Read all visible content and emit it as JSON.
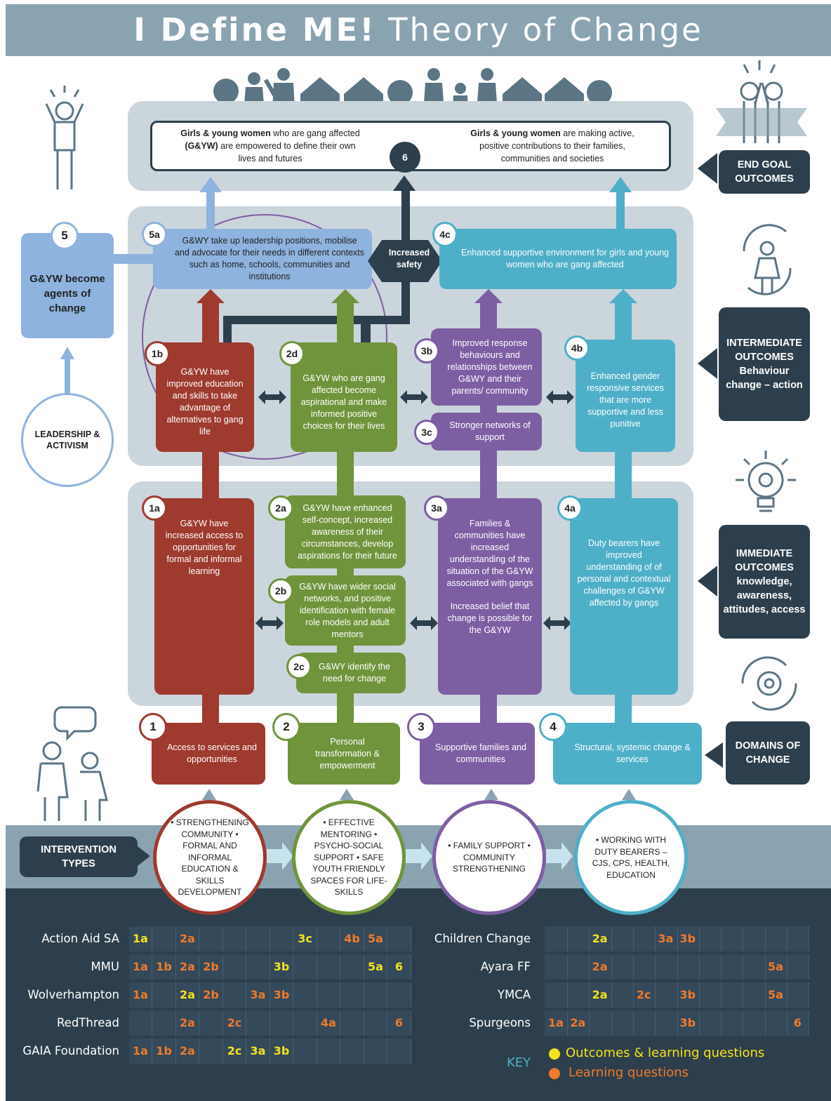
{
  "title": {
    "bold": "I Define ME!",
    "rest": "Theory of Change"
  },
  "end_goal": {
    "left_b1": "Girls & young women",
    "left_t1": " who are gang affected",
    "left_b2": "(G&YW)",
    "left_t2": " are empowered  to define their own",
    "left_t3": "lives and futures",
    "right_b1": "Girls & young  women",
    "right_t1": " are making active,",
    "right_t2": "positive contributions to their families,",
    "right_t3": "communities and societies",
    "badge": "6"
  },
  "side_labels": {
    "end_goal": "END GOAL OUTCOMES",
    "intermediate": "INTERMEDIATE OUTCOMES Behaviour change – action",
    "immediate": "IMMEDIATE OUTCOMES knowledge, awareness, attitudes, access",
    "domains": "DOMAINS OF CHANGE",
    "intervention": "INTERVENTION TYPES"
  },
  "agents": {
    "badge": "5",
    "text": "G&YW become agents of change"
  },
  "leadership": "LEADERSHIP & ACTIVISM",
  "safety": "Increased safety",
  "outcomes": {
    "5a": {
      "badge": "5a",
      "text": "G&WY take up leadership positions, mobilise and advocate for their needs in different contexts such as home, schools, communities and institutions"
    },
    "4c": {
      "badge": "4c",
      "text": "Enhanced supportive environment for girls and young women who are gang affected"
    },
    "1b": {
      "badge": "1b",
      "text": "G&YW have improved education and skills to take advantage of alternatives to gang life"
    },
    "2d": {
      "badge": "2d",
      "text": "G&YW who are gang affected become aspirational and make informed positive choices for their lives"
    },
    "3b": {
      "badge": "3b",
      "text": "Improved response behaviours and relationships between G&WY and their parents/ community"
    },
    "3c": {
      "badge": "3c",
      "text": "Stronger networks of support"
    },
    "4b": {
      "badge": "4b",
      "text": "Enhanced gender responsive services that are more supportive and less punitive"
    },
    "1a": {
      "badge": "1a",
      "text": "G&YW have increased access to opportunities for formal and informal learning"
    },
    "2a": {
      "badge": "2a",
      "text": "G&YW have enhanced self-concept, increased awareness of their circumstances, develop aspirations for their future"
    },
    "2b": {
      "badge": "2b",
      "text": "G&YW have wider social networks, and positive identification with female role models and adult mentors"
    },
    "2c": {
      "badge": "2c",
      "text": "G&WY identify the need for change"
    },
    "3a": {
      "badge": "3a",
      "text1": "Families & communities have increased understanding of the situation of the G&YW associated with gangs",
      "text2": "Increased belief that change is possible for the G&YW"
    },
    "4a": {
      "badge": "4a",
      "text": "Duty bearers have improved understanding of of personal and contextual challenges of G&YW affected by gangs"
    }
  },
  "domains": [
    {
      "badge": "1",
      "text": "Access to services and opportunities"
    },
    {
      "badge": "2",
      "text": "Personal transformation & empowerment"
    },
    {
      "badge": "3",
      "text": "Supportive families and communities"
    },
    {
      "badge": "4",
      "text": "Structural, systemic change & services"
    }
  ],
  "interventions": [
    "• STRENGTHENING COMMUNITY • FORMAL AND INFORMAL EDUCATION & SKILLS DEVELOPMENT",
    "• EFFECTIVE MENTORING • PSYCHO-SOCIAL SUPPORT • SAFE YOUTH FRIENDLY SPACES FOR LIFE-SKILLS",
    "• FAMILY SUPPORT • COMMUNITY STRENGTHENING",
    "• WORKING WITH DUTY BEARERS – CJS, CPS, HEALTH, EDUCATION"
  ],
  "table_left": [
    {
      "org": "Action Aid SA",
      "cells": [
        [
          "1a",
          "y"
        ],
        [
          "",
          ""
        ],
        [
          "2a",
          "o"
        ],
        [
          "",
          ""
        ],
        [
          "",
          ""
        ],
        [
          "",
          ""
        ],
        [
          "",
          ""
        ],
        [
          "3c",
          "y"
        ],
        [
          "",
          ""
        ],
        [
          "4b",
          "o"
        ],
        [
          "5a",
          "o"
        ],
        [
          "",
          ""
        ]
      ]
    },
    {
      "org": "MMU",
      "cells": [
        [
          "1a",
          "o"
        ],
        [
          "1b",
          "o"
        ],
        [
          "2a",
          "o"
        ],
        [
          "2b",
          "o"
        ],
        [
          "",
          ""
        ],
        [
          "",
          ""
        ],
        [
          "3b",
          "y"
        ],
        [
          "",
          ""
        ],
        [
          "",
          ""
        ],
        [
          "",
          ""
        ],
        [
          "5a",
          "y"
        ],
        [
          "6",
          "y"
        ]
      ]
    },
    {
      "org": "Wolverhampton",
      "cells": [
        [
          "1a",
          "o"
        ],
        [
          "",
          ""
        ],
        [
          "2a",
          "y"
        ],
        [
          "2b",
          "o"
        ],
        [
          "",
          ""
        ],
        [
          "3a",
          "o"
        ],
        [
          "3b",
          "o"
        ],
        [
          "",
          ""
        ],
        [
          "",
          ""
        ],
        [
          "",
          ""
        ],
        [
          "",
          ""
        ],
        [
          "",
          ""
        ]
      ]
    },
    {
      "org": "RedThread",
      "cells": [
        [
          "",
          ""
        ],
        [
          "",
          ""
        ],
        [
          "2a",
          "o"
        ],
        [
          "",
          ""
        ],
        [
          "2c",
          "o"
        ],
        [
          "",
          ""
        ],
        [
          "",
          ""
        ],
        [
          "",
          ""
        ],
        [
          "4a",
          "o"
        ],
        [
          "",
          ""
        ],
        [
          "",
          ""
        ],
        [
          "6",
          "o"
        ]
      ]
    },
    {
      "org": "GAIA Foundation",
      "cells": [
        [
          "1a",
          "o"
        ],
        [
          "1b",
          "o"
        ],
        [
          "2a",
          "o"
        ],
        [
          "",
          ""
        ],
        [
          "2c",
          "y"
        ],
        [
          "3a",
          "y"
        ],
        [
          "3b",
          "y"
        ],
        [
          "",
          ""
        ],
        [
          "",
          ""
        ],
        [
          "",
          ""
        ],
        [
          "",
          ""
        ],
        [
          "",
          ""
        ]
      ]
    }
  ],
  "table_right": [
    {
      "org": "Children Change",
      "cells": [
        [
          "",
          ""
        ],
        [
          "",
          ""
        ],
        [
          "2a",
          "y"
        ],
        [
          "",
          ""
        ],
        [
          "",
          ""
        ],
        [
          "3a",
          "o"
        ],
        [
          "3b",
          "o"
        ],
        [
          "",
          ""
        ],
        [
          "",
          ""
        ],
        [
          "",
          ""
        ],
        [
          "",
          ""
        ],
        [
          "",
          ""
        ]
      ]
    },
    {
      "org": "Ayara FF",
      "cells": [
        [
          "",
          ""
        ],
        [
          "",
          ""
        ],
        [
          "2a",
          "o"
        ],
        [
          "",
          ""
        ],
        [
          "",
          ""
        ],
        [
          "",
          ""
        ],
        [
          "",
          ""
        ],
        [
          "",
          ""
        ],
        [
          "",
          ""
        ],
        [
          "",
          ""
        ],
        [
          "5a",
          "o"
        ],
        [
          "",
          ""
        ]
      ]
    },
    {
      "org": "YMCA",
      "cells": [
        [
          "",
          ""
        ],
        [
          "",
          ""
        ],
        [
          "2a",
          "y"
        ],
        [
          "",
          ""
        ],
        [
          "2c",
          "o"
        ],
        [
          "",
          ""
        ],
        [
          "3b",
          "o"
        ],
        [
          "",
          ""
        ],
        [
          "",
          ""
        ],
        [
          "",
          ""
        ],
        [
          "5a",
          "o"
        ],
        [
          "",
          ""
        ]
      ]
    },
    {
      "org": "Spurgeons",
      "cells": [
        [
          "1a",
          "o"
        ],
        [
          "2a",
          "o"
        ],
        [
          "",
          ""
        ],
        [
          "",
          ""
        ],
        [
          "",
          ""
        ],
        [
          "",
          ""
        ],
        [
          "3b",
          "o"
        ],
        [
          "",
          ""
        ],
        [
          "",
          ""
        ],
        [
          "",
          ""
        ],
        [
          "",
          ""
        ],
        [
          "6",
          "o"
        ]
      ]
    }
  ],
  "key": {
    "label": "KEY",
    "yellow": "Outcomes & learning questions",
    "orange": "Learning questions",
    "yellow_color": "#f4e21c",
    "orange_color": "#f07a2b"
  },
  "colors": {
    "red": "#9e3a2e",
    "green": "#6f943b",
    "purple": "#7d5ea3",
    "cyan": "#4eafc8",
    "lightblue": "#8eb3df",
    "navy": "#2d3f4c"
  }
}
